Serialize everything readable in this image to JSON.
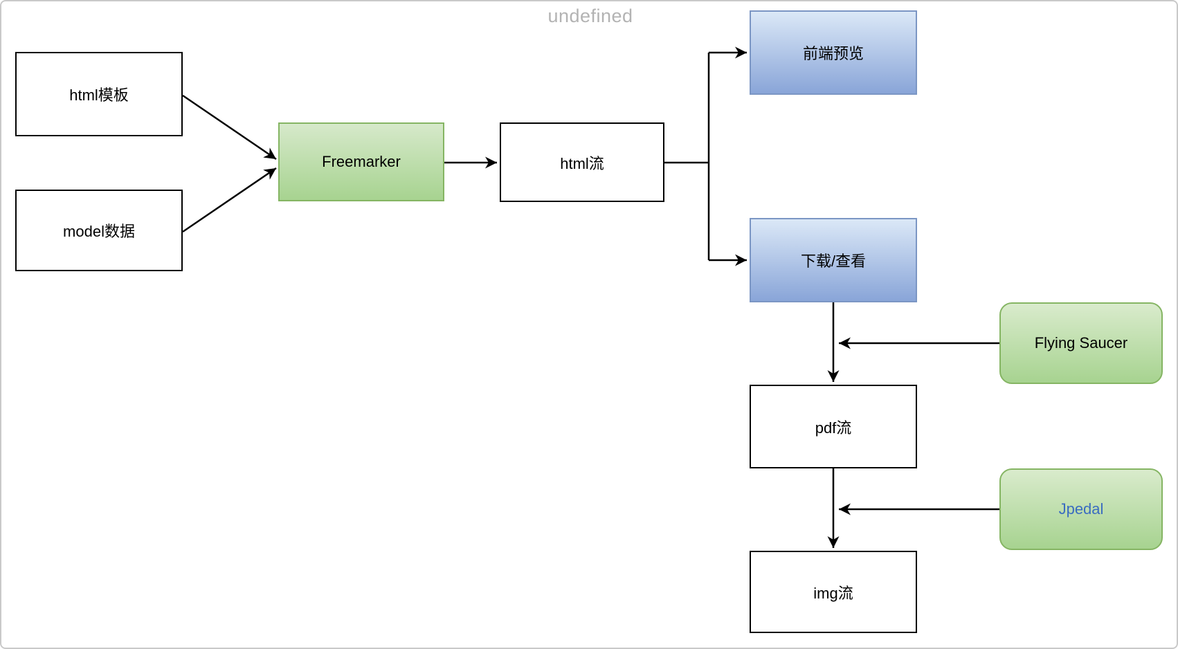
{
  "title": {
    "text": "undefined"
  },
  "palette": {
    "canvas_border": "#c9c9c9",
    "title_color": "#b3b3b3",
    "plain_border": "#000000",
    "green_border": "#85b563",
    "green_gradient_top": "#d6e9ca",
    "green_gradient_bottom": "#a7d390",
    "blue_border": "#7b96c4",
    "blue_gradient_top": "#dbe8f7",
    "blue_gradient_bottom": "#89a5d8",
    "jpedal_text_color": "#3a6cc0",
    "edge_color": "#000000"
  },
  "nodes": {
    "html_template": {
      "label": "html模板",
      "style": "plain-rect"
    },
    "model_data": {
      "label": "model数据",
      "style": "plain-rect"
    },
    "freemarker": {
      "label": "Freemarker",
      "style": "green-gradient-rect"
    },
    "html_stream": {
      "label": "html流",
      "style": "plain-rect"
    },
    "frontend_preview": {
      "label": "前端预览",
      "style": "blue-gradient-rect"
    },
    "download_view": {
      "label": "下载/查看",
      "style": "blue-gradient-rect"
    },
    "flying_saucer": {
      "label": "Flying Saucer",
      "style": "green-gradient-rounded"
    },
    "pdf_stream": {
      "label": "pdf流",
      "style": "plain-rect"
    },
    "jpedal": {
      "label": "Jpedal",
      "style": "green-gradient-rounded-blue-text"
    },
    "img_stream": {
      "label": "img流",
      "style": "plain-rect"
    }
  },
  "edges": [
    {
      "from": "html_template",
      "to": "freemarker"
    },
    {
      "from": "model_data",
      "to": "freemarker"
    },
    {
      "from": "freemarker",
      "to": "html_stream"
    },
    {
      "from": "html_stream",
      "to": "frontend_preview"
    },
    {
      "from": "html_stream",
      "to": "download_view"
    },
    {
      "from": "download_view",
      "to": "pdf_stream"
    },
    {
      "from": "flying_saucer",
      "to": "download_view->pdf_stream arrow"
    },
    {
      "from": "pdf_stream",
      "to": "img_stream"
    },
    {
      "from": "jpedal",
      "to": "pdf_stream->img_stream arrow"
    }
  ]
}
